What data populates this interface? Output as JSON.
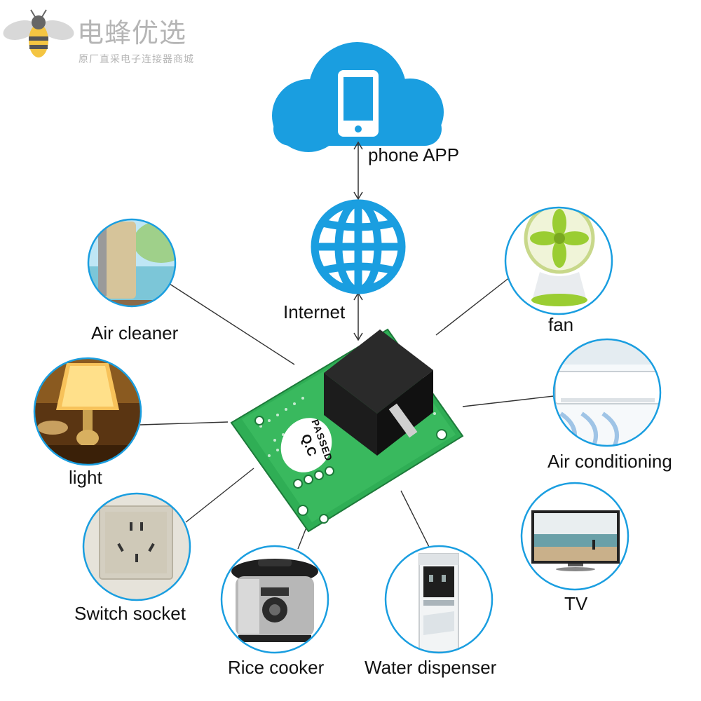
{
  "brand": {
    "name": "电蜂优选",
    "tagline": "原厂直采电子连接器商城",
    "icon": "bee-icon"
  },
  "cloud": {
    "icon": "smartphone-icon",
    "color": "#1a9ee0",
    "label": "phone APP"
  },
  "internet": {
    "icon": "globe-icon",
    "color": "#1a9ee0",
    "label": "Internet"
  },
  "module": {
    "stamp_line1": "PASSED",
    "stamp_line2": "Q.C",
    "board_color": "#2fae55",
    "relay_color": "#1a1a1a"
  },
  "devices": [
    {
      "id": "air-cleaner",
      "label": "Air cleaner",
      "icon": "air-cleaner-icon"
    },
    {
      "id": "light",
      "label": "light",
      "icon": "lamp-icon"
    },
    {
      "id": "switch-socket",
      "label": "Switch socket",
      "icon": "wall-socket-icon"
    },
    {
      "id": "rice-cooker",
      "label": "Rice cooker",
      "icon": "rice-cooker-icon"
    },
    {
      "id": "water-dispenser",
      "label": "Water dispenser",
      "icon": "water-dispenser-icon"
    },
    {
      "id": "tv",
      "label": "TV",
      "icon": "tv-icon"
    },
    {
      "id": "air-conditioning",
      "label": "Air conditioning",
      "icon": "air-conditioner-icon"
    },
    {
      "id": "fan",
      "label": "fan",
      "icon": "fan-icon"
    }
  ],
  "colors": {
    "circle_ring": "#1a9ee0",
    "connector_line": "#333333",
    "brand_gray": "#b5b5b5"
  }
}
